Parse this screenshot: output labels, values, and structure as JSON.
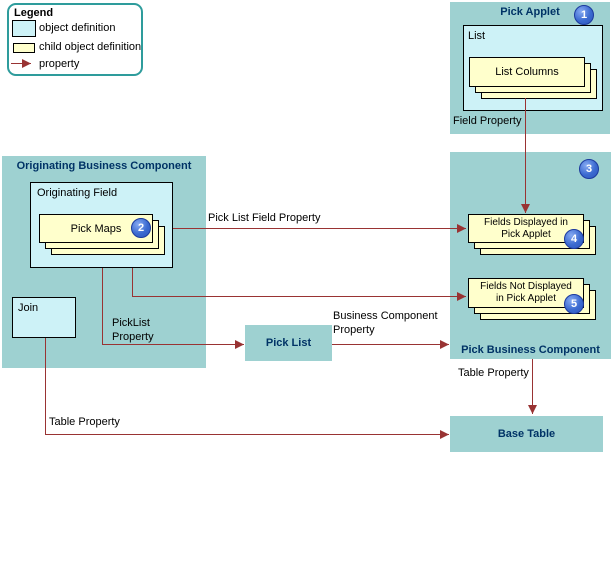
{
  "legend": {
    "title": "Legend",
    "items": [
      {
        "label": "object definition"
      },
      {
        "label": "child object definition"
      },
      {
        "label": "property"
      }
    ]
  },
  "pick_applet": {
    "title": "Pick Applet",
    "badge": "1",
    "list_title": "List",
    "stack_label": "List Columns",
    "field_property": "Field Property"
  },
  "originating_bc": {
    "title": "Originating Business Component",
    "field_title": "Originating Field",
    "stack_label": "Pick Maps",
    "badge": "2",
    "join_label": "Join"
  },
  "pick_bc": {
    "badge": "3",
    "title": "Pick Business Component",
    "displayed_stack": {
      "label": "Fields Displayed in\nPick Applet",
      "badge": "4"
    },
    "not_displayed_stack": {
      "label": "Fields Not Displayed\nin Pick Applet",
      "badge": "5"
    }
  },
  "pick_list": {
    "title": "Pick List"
  },
  "base_table": {
    "title": "Base Table"
  },
  "edge_labels": {
    "pick_list_field_property": "Pick List Field Property",
    "picklist_property": "PickList\nProperty",
    "business_component_property": "Business Component\nProperty",
    "table_property_from_pick_bc": "Table Property",
    "table_property_from_join": "Table Property"
  },
  "colors": {
    "container_fill": "#9ED1D1",
    "object_definition_fill": "#CDF2F7",
    "child_object_fill": "#FFFFCC",
    "property_arrow": "#993333",
    "title_text": "#003366",
    "badge_fill": "#3366CC"
  }
}
